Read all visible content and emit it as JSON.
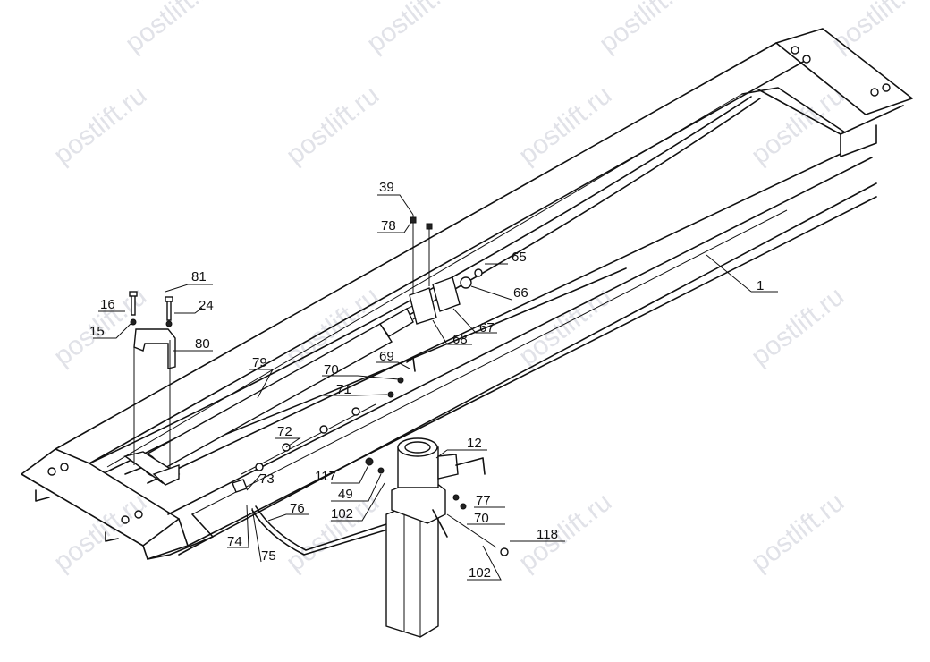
{
  "watermark": {
    "text": "postlift.ru"
  },
  "callouts": [
    {
      "id": "c1",
      "label": "1"
    },
    {
      "id": "c12",
      "label": "12"
    },
    {
      "id": "c15",
      "label": "15"
    },
    {
      "id": "c16",
      "label": "16"
    },
    {
      "id": "c24",
      "label": "24"
    },
    {
      "id": "c39",
      "label": "39"
    },
    {
      "id": "c49",
      "label": "49"
    },
    {
      "id": "c65",
      "label": "65"
    },
    {
      "id": "c66",
      "label": "66"
    },
    {
      "id": "c67",
      "label": "67"
    },
    {
      "id": "c68",
      "label": "68"
    },
    {
      "id": "c69",
      "label": "69"
    },
    {
      "id": "c70a",
      "label": "70"
    },
    {
      "id": "c70b",
      "label": "70"
    },
    {
      "id": "c71",
      "label": "71"
    },
    {
      "id": "c72",
      "label": "72"
    },
    {
      "id": "c73",
      "label": "73"
    },
    {
      "id": "c74",
      "label": "74"
    },
    {
      "id": "c75",
      "label": "75"
    },
    {
      "id": "c76",
      "label": "76"
    },
    {
      "id": "c77",
      "label": "77"
    },
    {
      "id": "c78",
      "label": "78"
    },
    {
      "id": "c79",
      "label": "79"
    },
    {
      "id": "c80",
      "label": "80"
    },
    {
      "id": "c81",
      "label": "81"
    },
    {
      "id": "c102a",
      "label": "102"
    },
    {
      "id": "c102b",
      "label": "102"
    },
    {
      "id": "c117",
      "label": "117"
    },
    {
      "id": "c118",
      "label": "118"
    }
  ]
}
